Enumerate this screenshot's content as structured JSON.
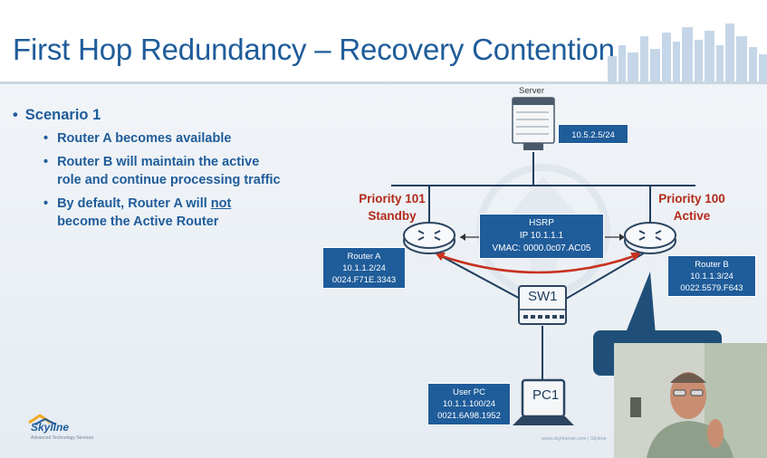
{
  "slide": {
    "title": "First Hop Redundancy – Recovery Contention"
  },
  "bullets": {
    "scenario": "Scenario 1",
    "items": [
      {
        "text": "Router A becomes available"
      },
      {
        "text_line1": "Router B will maintain the active",
        "text_line2": "role and continue processing traffic"
      },
      {
        "pre": "By default, Router A will ",
        "underlined": "not",
        "post_line2": "become the Active Router"
      }
    ]
  },
  "diagram": {
    "server_label": "Server",
    "server_ip": "10.5.2.5/24",
    "router_a": {
      "priority_line1": "Priority 101",
      "priority_line2": "Standby",
      "name": "Router A",
      "ip": "10.1.1.2/24",
      "mac": "0024.F71E.3343"
    },
    "router_b": {
      "priority_line1": "Priority 100",
      "priority_line2": "Active",
      "name": "Router B",
      "ip": "10.1.1.3/24",
      "mac": "0022.5579.F643"
    },
    "hsrp": {
      "label": "HSRP",
      "ip": "IP 10.1.1.1",
      "vmac": "VMAC: 0000.0c07.AC05"
    },
    "switch_label": "SW1",
    "pc": {
      "label": "PC1",
      "box_title": "User PC",
      "ip": "10.1.1.100/24",
      "mac": "0021.6A98.1952"
    }
  },
  "branding": {
    "logo_text": "Skyline",
    "logo_sub": "Advanced Technology Services",
    "footer": "www.skylinenet.com | Skyline"
  },
  "colors": {
    "title_blue": "#1f5c9a",
    "priority_red": "#b22a1a",
    "box_blue": "#1f5c9a"
  }
}
